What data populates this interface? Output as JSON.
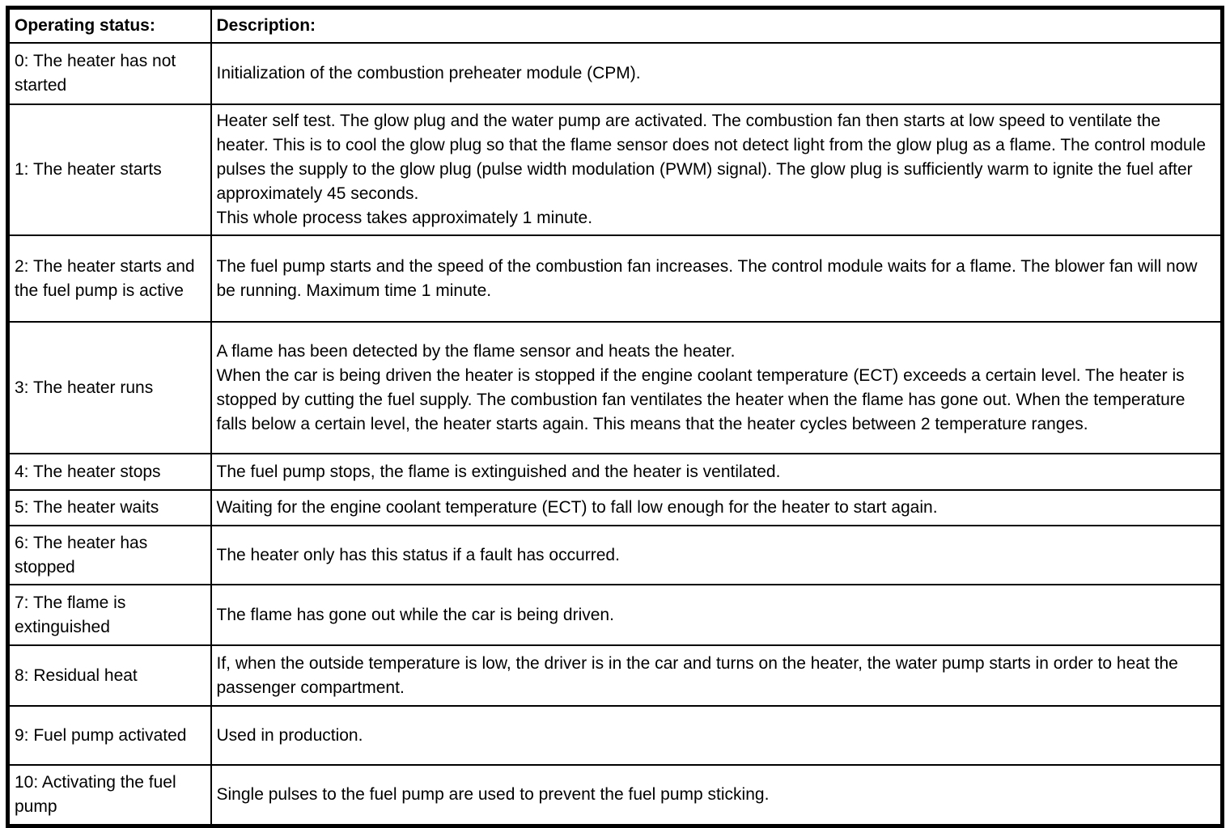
{
  "table": {
    "headers": {
      "status": "Operating status:",
      "description": "Description:"
    },
    "rows": [
      {
        "status": "0: The heater has not started",
        "description": "Initialization of the combustion preheater module (CPM)."
      },
      {
        "status": "1: The heater starts",
        "description": "Heater self test. The glow plug and the water pump are activated. The combustion fan then starts at low speed to ventilate the heater. This is to cool the glow plug so that the flame sensor does not detect light from the glow plug as a flame. The control module pulses the supply to the glow plug (pulse width modulation (PWM) signal). The glow plug is sufficiently warm to ignite the fuel after approximately 45 seconds.\nThis whole process takes approximately 1 minute."
      },
      {
        "status": "2: The heater starts and the fuel pump is active",
        "description": "The fuel pump starts and the speed of the combustion fan increases. The control module waits for a flame. The blower fan will now be running. Maximum time 1 minute."
      },
      {
        "status": "3: The heater runs",
        "description": "A flame has been detected by the flame sensor and heats the heater.\nWhen the car is being driven the heater is stopped if the engine coolant temperature (ECT) exceeds a certain level. The heater is stopped by cutting the fuel supply. The combustion fan ventilates the heater when the flame has gone out. When the temperature falls below a certain level, the heater starts again. This means that the heater cycles between 2 temperature ranges."
      },
      {
        "status": "4: The heater stops",
        "description": "The fuel pump stops, the flame is extinguished and the heater is ventilated."
      },
      {
        "status": "5: The heater waits",
        "description": "Waiting for the engine coolant temperature (ECT) to fall low enough for the heater to start again."
      },
      {
        "status": "6: The heater has stopped",
        "description": "The heater only has this status if a fault has occurred."
      },
      {
        "status": "7: The flame is extinguished",
        "description": "The flame has gone out while the car is being driven."
      },
      {
        "status": "8: Residual heat",
        "description": "If, when the outside temperature is low, the driver is in the car and turns on the heater, the water pump starts in order to heat the passenger compartment."
      },
      {
        "status": "9: Fuel pump activated",
        "description": "Used in production."
      },
      {
        "status": "10: Activating the fuel pump",
        "description": "Single pulses to the fuel pump are used to prevent the fuel pump sticking."
      }
    ]
  }
}
